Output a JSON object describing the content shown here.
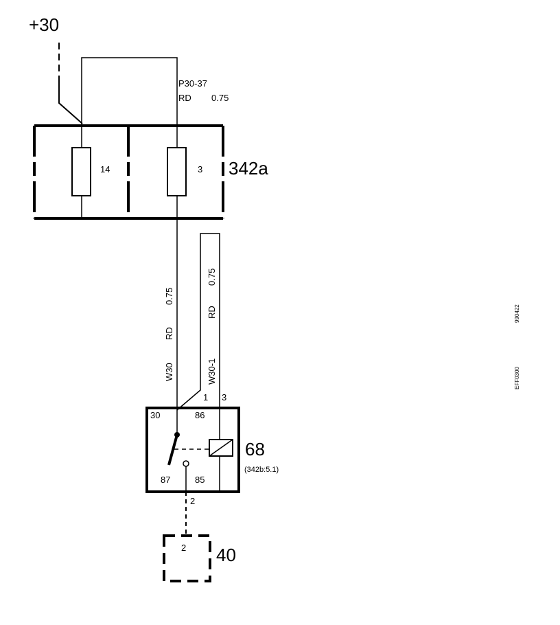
{
  "supply": {
    "label": "+30"
  },
  "fuse_box": {
    "id": "342a",
    "fuses": [
      {
        "number": "14"
      },
      {
        "number": "3"
      }
    ]
  },
  "wires": {
    "feed": {
      "code": "P30-37",
      "color": "RD",
      "size": "0.75"
    },
    "w30": {
      "code": "W30",
      "color": "RD",
      "size": "0.75"
    },
    "w30_1": {
      "code": "W30-1",
      "color": "RD",
      "size": "0.75"
    }
  },
  "relay": {
    "id": "68",
    "location": "(342b:5.1)",
    "pins": {
      "p30": "30",
      "p86": "86",
      "p87": "87",
      "p85": "85"
    },
    "pin_numbers": {
      "n1": "1",
      "n3": "3"
    }
  },
  "ground_wire": {
    "number": "2"
  },
  "connector": {
    "id": "40",
    "pin": "2"
  },
  "margin_codes": {
    "code_a": "990422",
    "code_b": "EFF0300"
  }
}
